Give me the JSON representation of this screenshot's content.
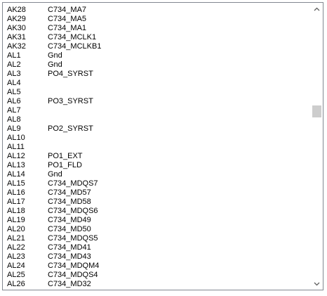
{
  "pin_list": {
    "rows": [
      {
        "pin": "AK28",
        "net": "C734_MA7"
      },
      {
        "pin": "AK29",
        "net": "C734_MA5"
      },
      {
        "pin": "AK30",
        "net": "C734_MA1"
      },
      {
        "pin": "AK31",
        "net": "C734_MCLK1"
      },
      {
        "pin": "AK32",
        "net": "C734_MCLKB1"
      },
      {
        "pin": "AL1",
        "net": "Gnd"
      },
      {
        "pin": "AL2",
        "net": "Gnd"
      },
      {
        "pin": "AL3",
        "net": "PO4_SYRST"
      },
      {
        "pin": "AL4",
        "net": ""
      },
      {
        "pin": "AL5",
        "net": ""
      },
      {
        "pin": "AL6",
        "net": "PO3_SYRST"
      },
      {
        "pin": "AL7",
        "net": ""
      },
      {
        "pin": "AL8",
        "net": ""
      },
      {
        "pin": "AL9",
        "net": "PO2_SYRST"
      },
      {
        "pin": "AL10",
        "net": ""
      },
      {
        "pin": "AL11",
        "net": ""
      },
      {
        "pin": "AL12",
        "net": "PO1_EXT"
      },
      {
        "pin": "AL13",
        "net": "PO1_FLD"
      },
      {
        "pin": "AL14",
        "net": "Gnd"
      },
      {
        "pin": "AL15",
        "net": "C734_MDQS7"
      },
      {
        "pin": "AL16",
        "net": "C734_MD57"
      },
      {
        "pin": "AL17",
        "net": "C734_MD58"
      },
      {
        "pin": "AL18",
        "net": "C734_MDQS6"
      },
      {
        "pin": "AL19",
        "net": "C734_MD49"
      },
      {
        "pin": "AL20",
        "net": "C734_MD50"
      },
      {
        "pin": "AL21",
        "net": "C734_MDQS5"
      },
      {
        "pin": "AL22",
        "net": "C734_MD41"
      },
      {
        "pin": "AL23",
        "net": "C734_MD43"
      },
      {
        "pin": "AL24",
        "net": "C734_MDQM4"
      },
      {
        "pin": "AL25",
        "net": "C734_MDQS4"
      },
      {
        "pin": "AL26",
        "net": "C734_MD32"
      }
    ]
  },
  "scrollbar": {
    "up_icon": "chevron-up-icon",
    "down_icon": "chevron-down-icon",
    "position_fraction": 0.36,
    "thumb_color": "#cdcdcd",
    "arrow_color": "#606060"
  }
}
